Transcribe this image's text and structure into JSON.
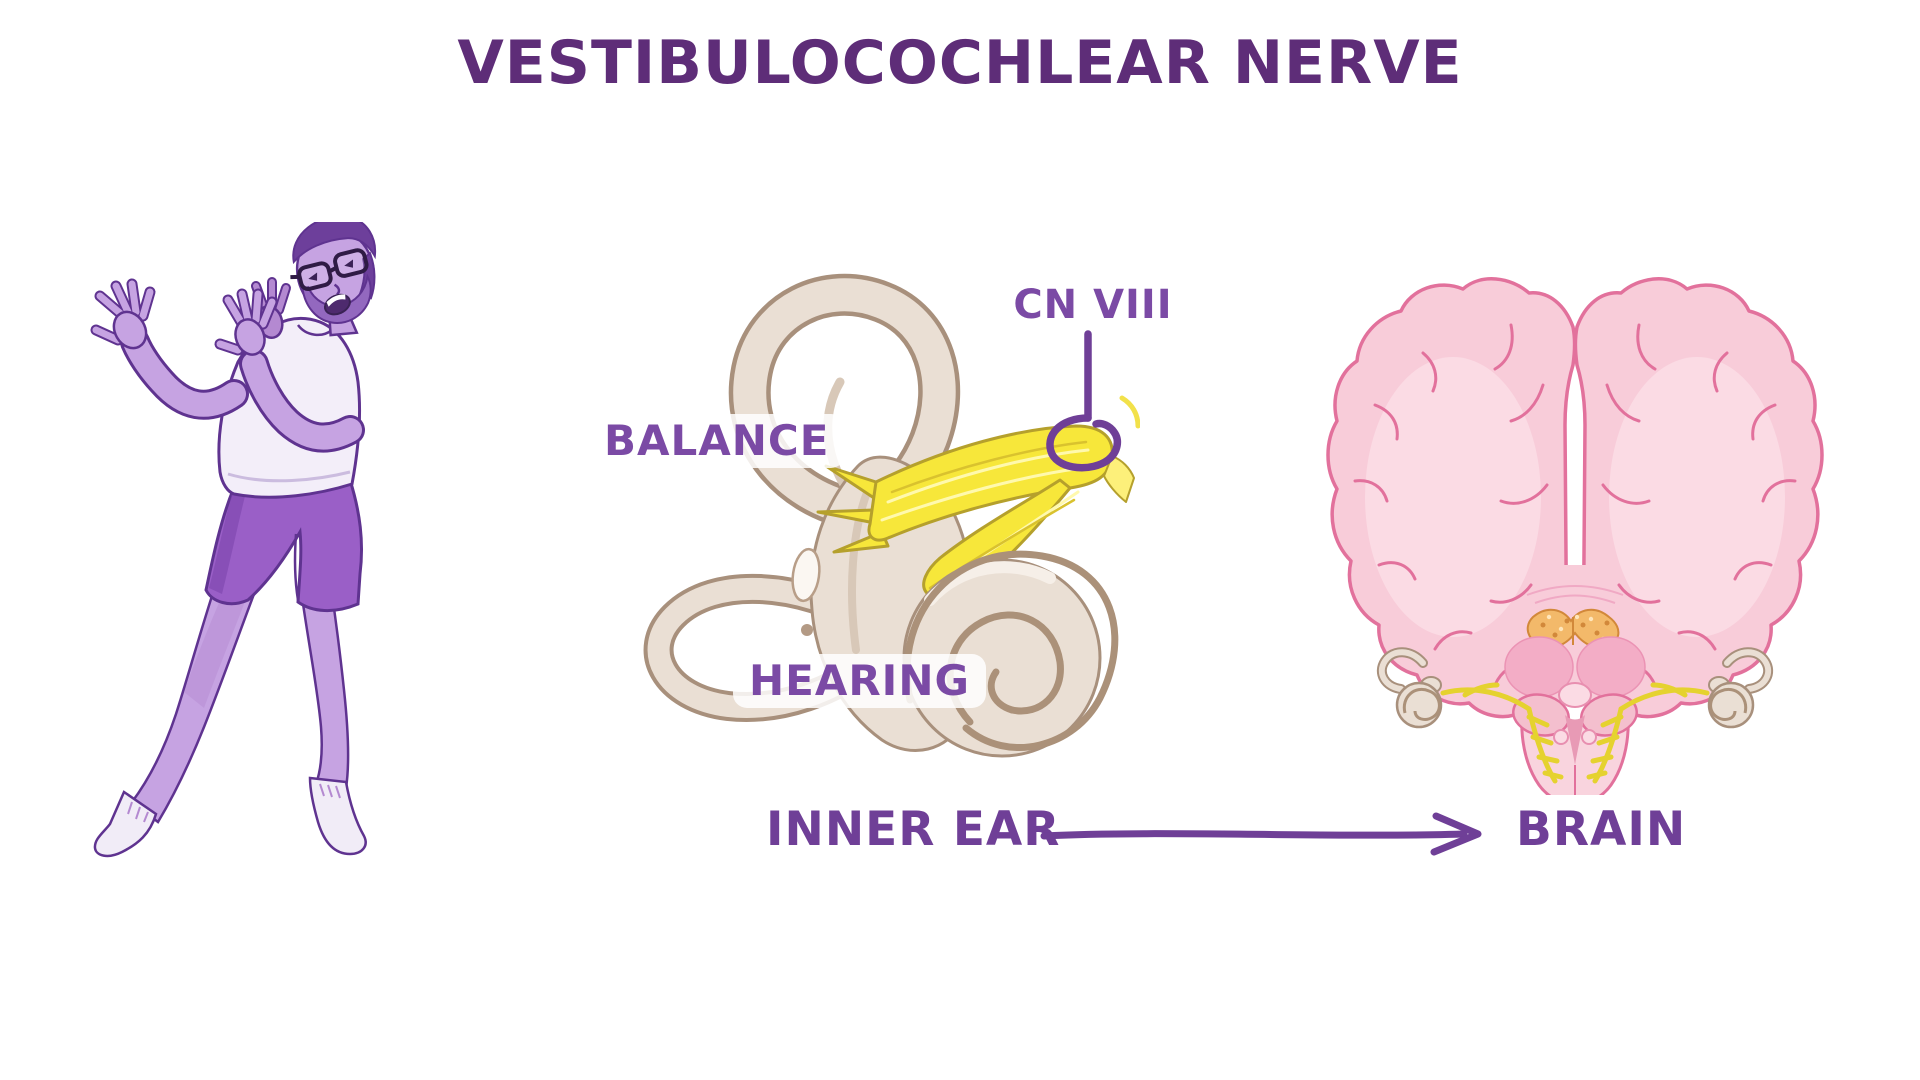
{
  "title": "VESTIBULOCOCHLEAR NERVE",
  "labels": {
    "balance": "BALANCE",
    "hearing": "HEARING",
    "cn_viii": "CN VIII",
    "inner_ear": "INNER EAR",
    "brain": "BRAIN"
  },
  "icons": {
    "flow_arrow": "right-arrow"
  },
  "colors": {
    "background": "#ffffff",
    "title_color": "#5e2d78",
    "label_purple": "#7b4aa5",
    "caption_purple": "#6f3f97",
    "nerve_yellow": "#f7e73a",
    "nerve_highlight": "#fff9ad",
    "nerve_outline": "#b5a02c",
    "ear_beige": "#eadfd4",
    "ear_outline": "#a8907c",
    "brain_pink": "#f8ccd9",
    "brain_pink_light": "#fbdbe4",
    "brain_outline": "#e2719c",
    "thalamus_pink": "#f3adc6",
    "choroid_orange": "#f3b96a",
    "choroid_outline": "#d2883a",
    "skin_purple": "#c6a3e2",
    "skin_shade": "#b489d1",
    "line_purple": "#5f3390",
    "hair_purple": "#6d3f9b",
    "beard_purple": "#9368bf",
    "shirt_white": "#f3eef9",
    "shorts_purple": "#9a5fc7",
    "sock_white": "#f1ecf7"
  }
}
